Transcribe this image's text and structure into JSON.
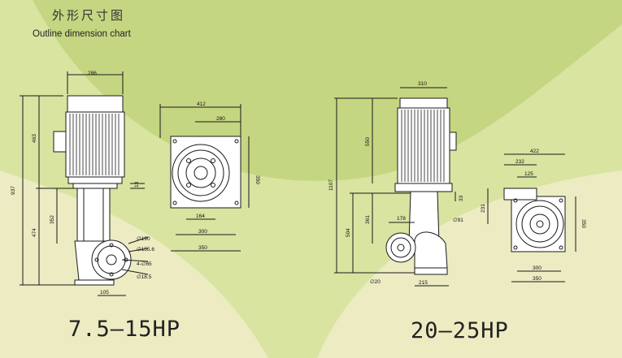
{
  "title": {
    "cn": "外形尺寸图",
    "en": "Outline dimension chart"
  },
  "models": {
    "small": "7.5–15HP",
    "large": "20–25HP"
  },
  "colors": {
    "background": "#d8e4a0",
    "arc": "#bcd07a",
    "cream": "#efedc2",
    "line": "#1a1a1a"
  },
  "pump_a": {
    "side": {
      "width": "286",
      "overall_h": "937",
      "motor_h": "463",
      "col_h": "474",
      "lower_h": "352",
      "base_gap": "13",
      "foot_w": "105"
    },
    "flange": {
      "d1": "∅190",
      "d2": "∅155.6",
      "holes": "4-∅65",
      "d3": "∅18.5"
    },
    "plan": {
      "top_w": "412",
      "inner_w": "280",
      "depth": "350",
      "slot_w": "164",
      "base_w": "300",
      "overall_w": "350"
    }
  },
  "pump_b": {
    "side": {
      "width": "310",
      "overall_h": "1107",
      "motor_h": "550",
      "base_gap": "33",
      "lower_h": "504",
      "inlet_h": "361",
      "offset": "178",
      "bolt_d": "∅91",
      "pipe_d": "∅20",
      "foot_w": "215"
    },
    "plan": {
      "top_w": "422",
      "inner_w": "232",
      "inner2_w": "125",
      "depth_l": "231",
      "depth_r": "350",
      "base_w": "300",
      "overall_w": "350"
    }
  }
}
